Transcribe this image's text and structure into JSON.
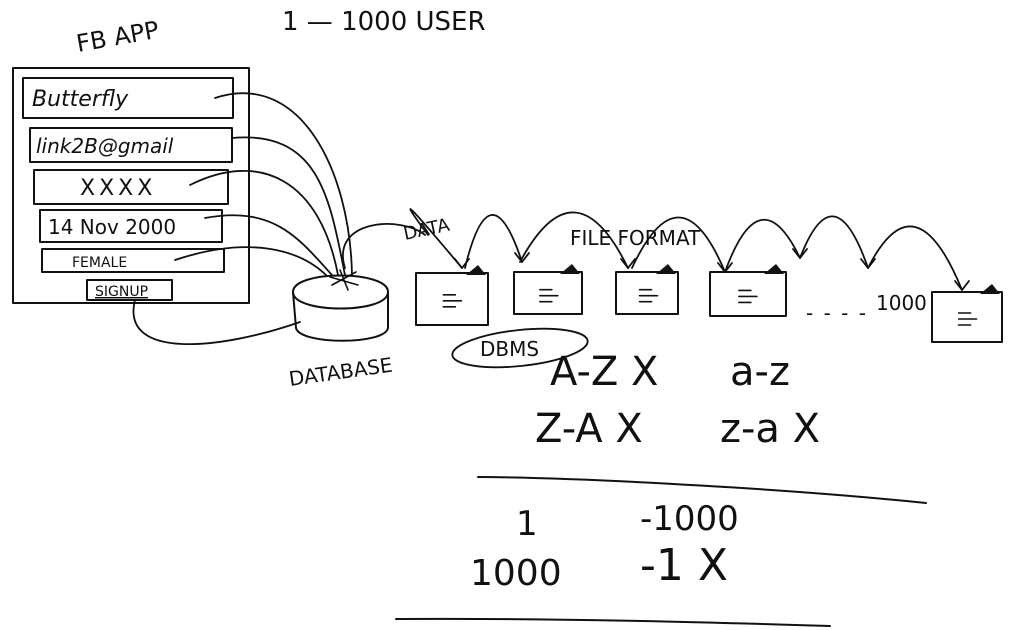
{
  "heading": {
    "app_label": "FB APP",
    "users_label": "1 — 1000 USER"
  },
  "form": {
    "name_value": "Butterfly",
    "email_value": "link2B@gmail",
    "password_value": "XXXX",
    "dob_value": "14 Nov 2000",
    "gender_value": "FEMALE",
    "submit_label": "SIGNUP"
  },
  "storage": {
    "data_label": "DATA",
    "file_format_label": "FILE FORMAT",
    "database_label": "DATABASE",
    "dbms_label": "DBMS",
    "file_count_label": "1000",
    "ellipsis": "- - - -"
  },
  "notes": {
    "row1_left": "A-Z X",
    "row1_right": "a-z",
    "row2_left": "Z-A X",
    "row2_right": "z-a X",
    "row3_left": "1",
    "row3_right": "-1000",
    "row4_left": "1000",
    "row4_right": "-1 X"
  },
  "colors": {
    "ink": "#111111",
    "paper": "#ffffff"
  }
}
